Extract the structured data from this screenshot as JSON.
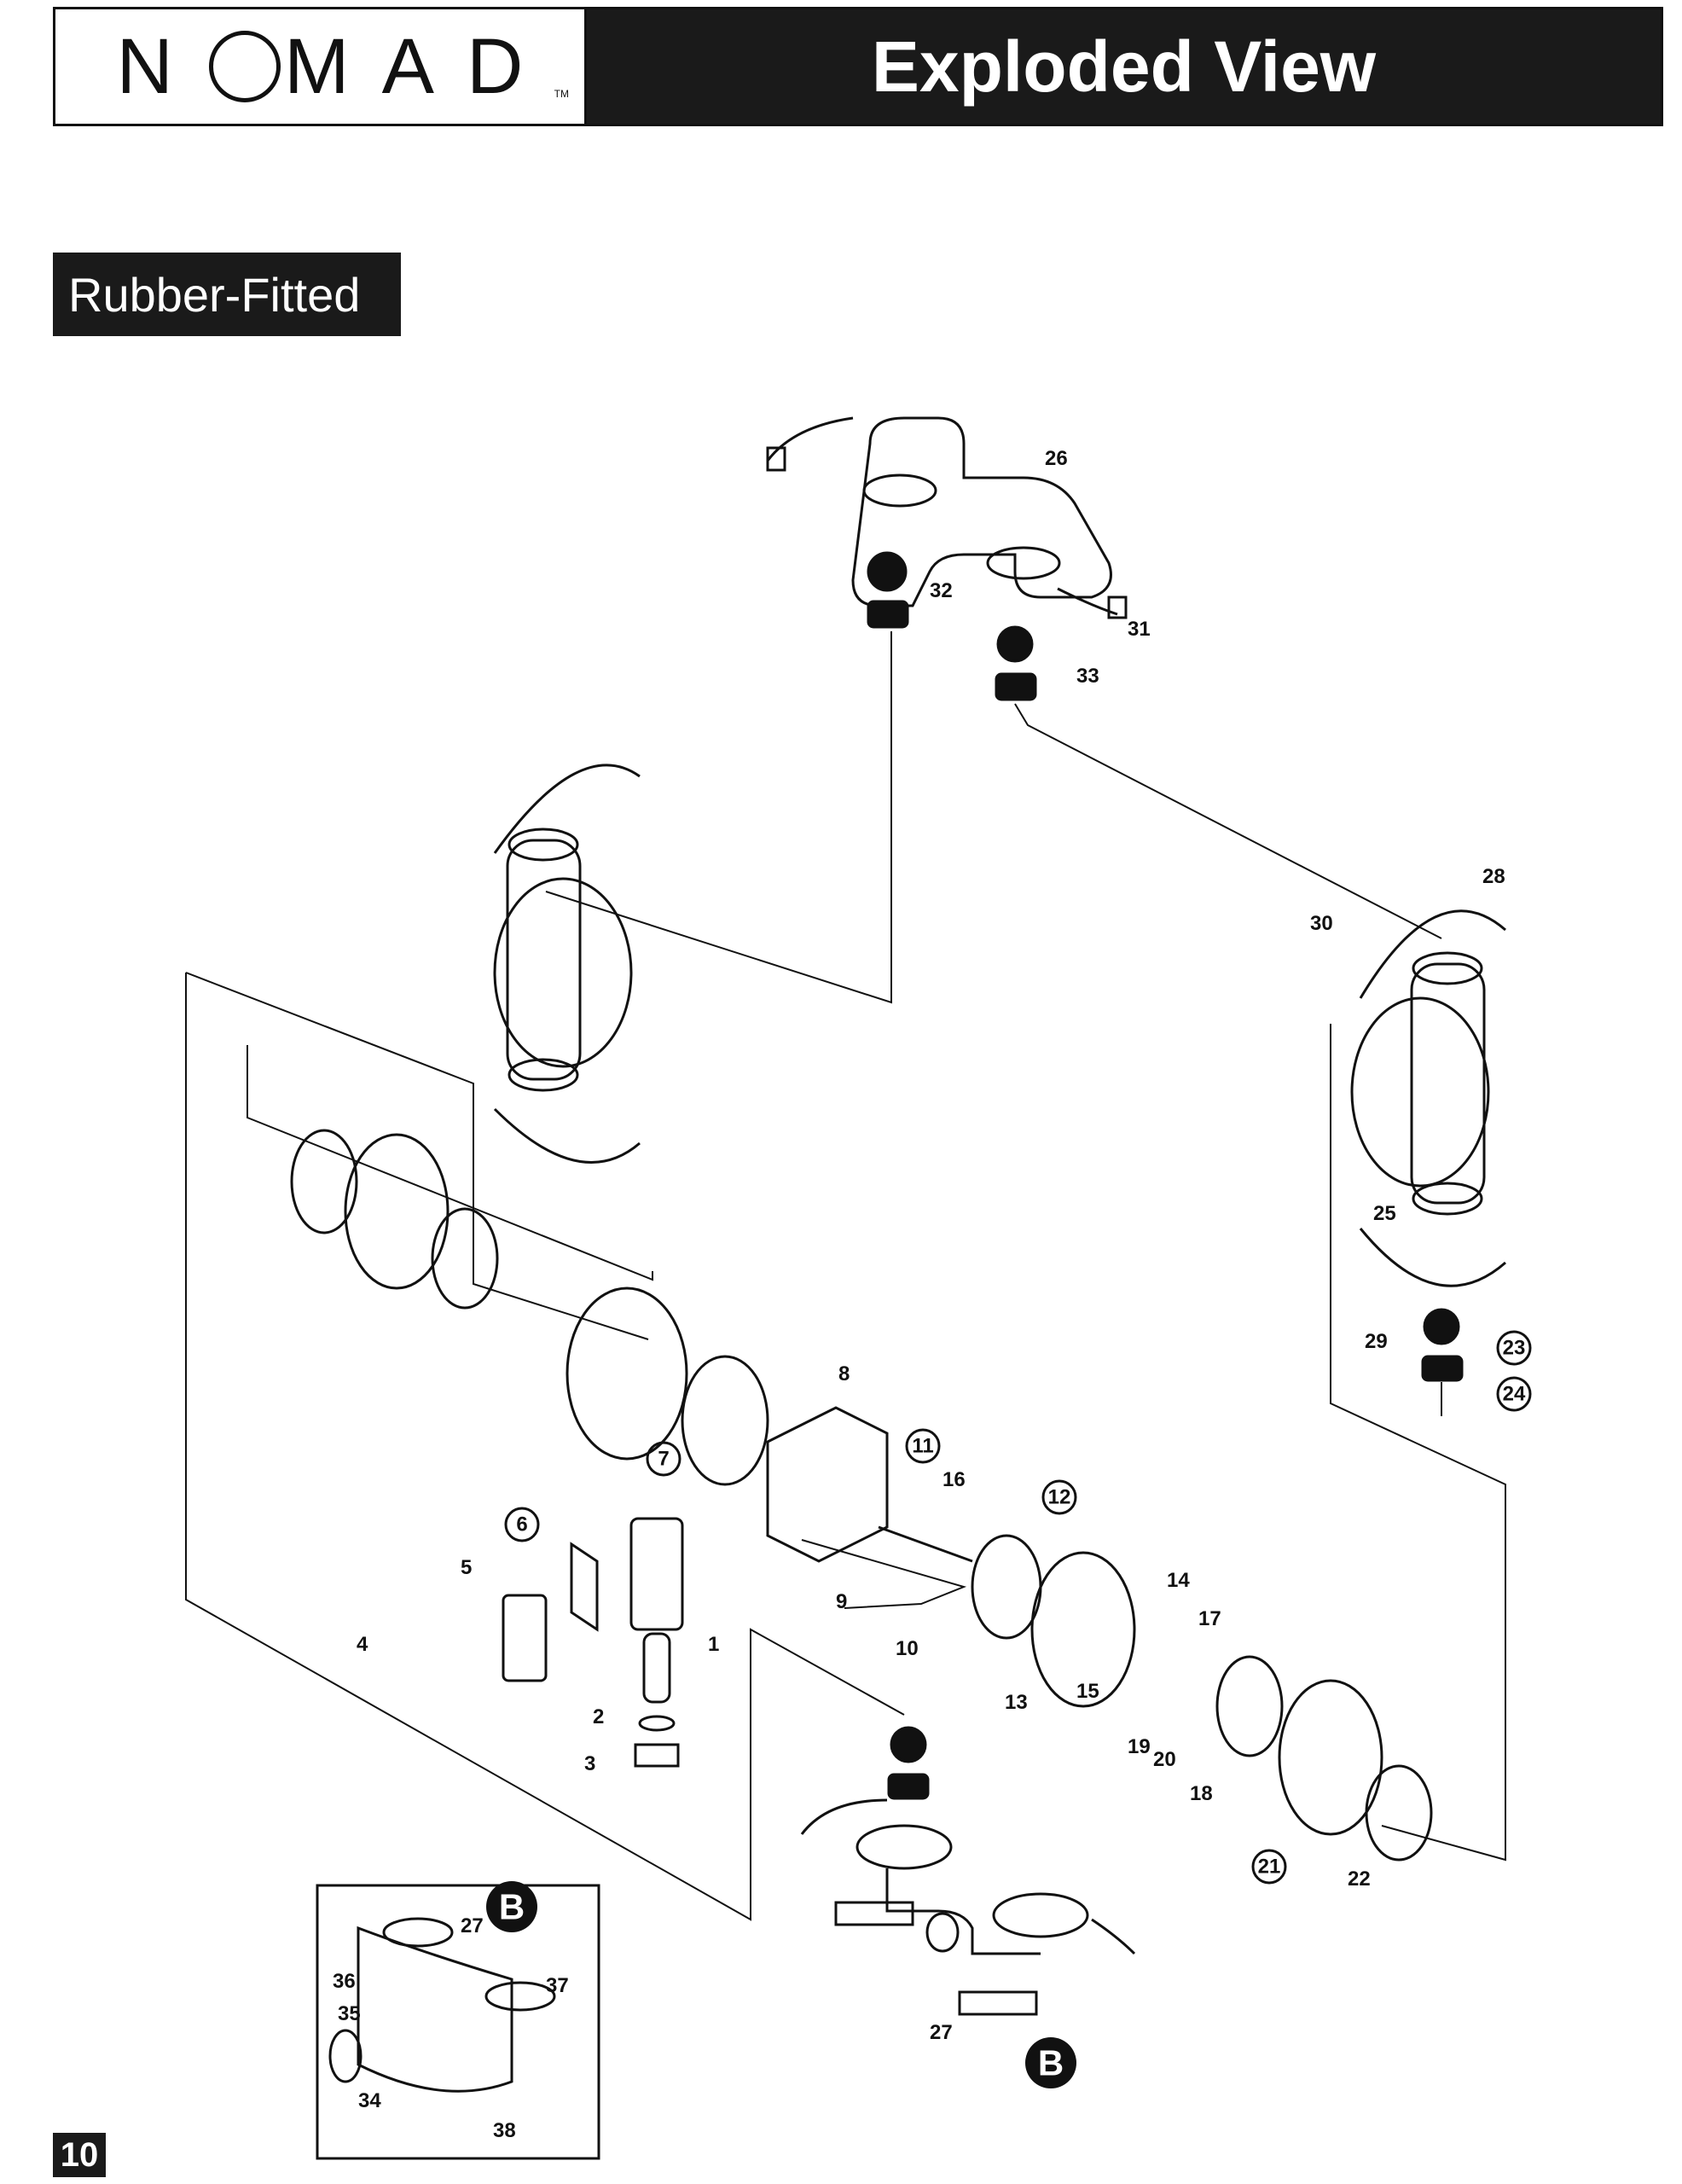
{
  "header": {
    "brand": "NOMAD",
    "brand_left": "N",
    "brand_right": "MAD",
    "trademark": "TM",
    "title": "Exploded View"
  },
  "section_tab": "Rubber-Fitted",
  "page_number": "10",
  "callouts": {
    "1": "1",
    "2": "2",
    "3": "3",
    "4": "4",
    "5": "5",
    "8": "8",
    "9": "9",
    "10": "10",
    "13": "13",
    "14": "14",
    "15": "15",
    "16": "16",
    "17": "17",
    "18": "18",
    "19": "19",
    "20": "20",
    "22": "22",
    "25": "25",
    "26": "26",
    "27a": "27",
    "27b": "27",
    "28": "28",
    "29": "29",
    "30": "30",
    "31": "31",
    "32": "32",
    "33": "33",
    "34": "34",
    "35": "35",
    "36": "36",
    "37": "37",
    "38": "38"
  },
  "circled_callouts": {
    "6": "6",
    "7": "7",
    "11": "11",
    "12": "12",
    "21": "21",
    "23": "23",
    "24": "24"
  },
  "detail_marker": "B",
  "colors": {
    "ink": "#111111",
    "bar": "#1a1a1a",
    "paper": "#ffffff"
  }
}
